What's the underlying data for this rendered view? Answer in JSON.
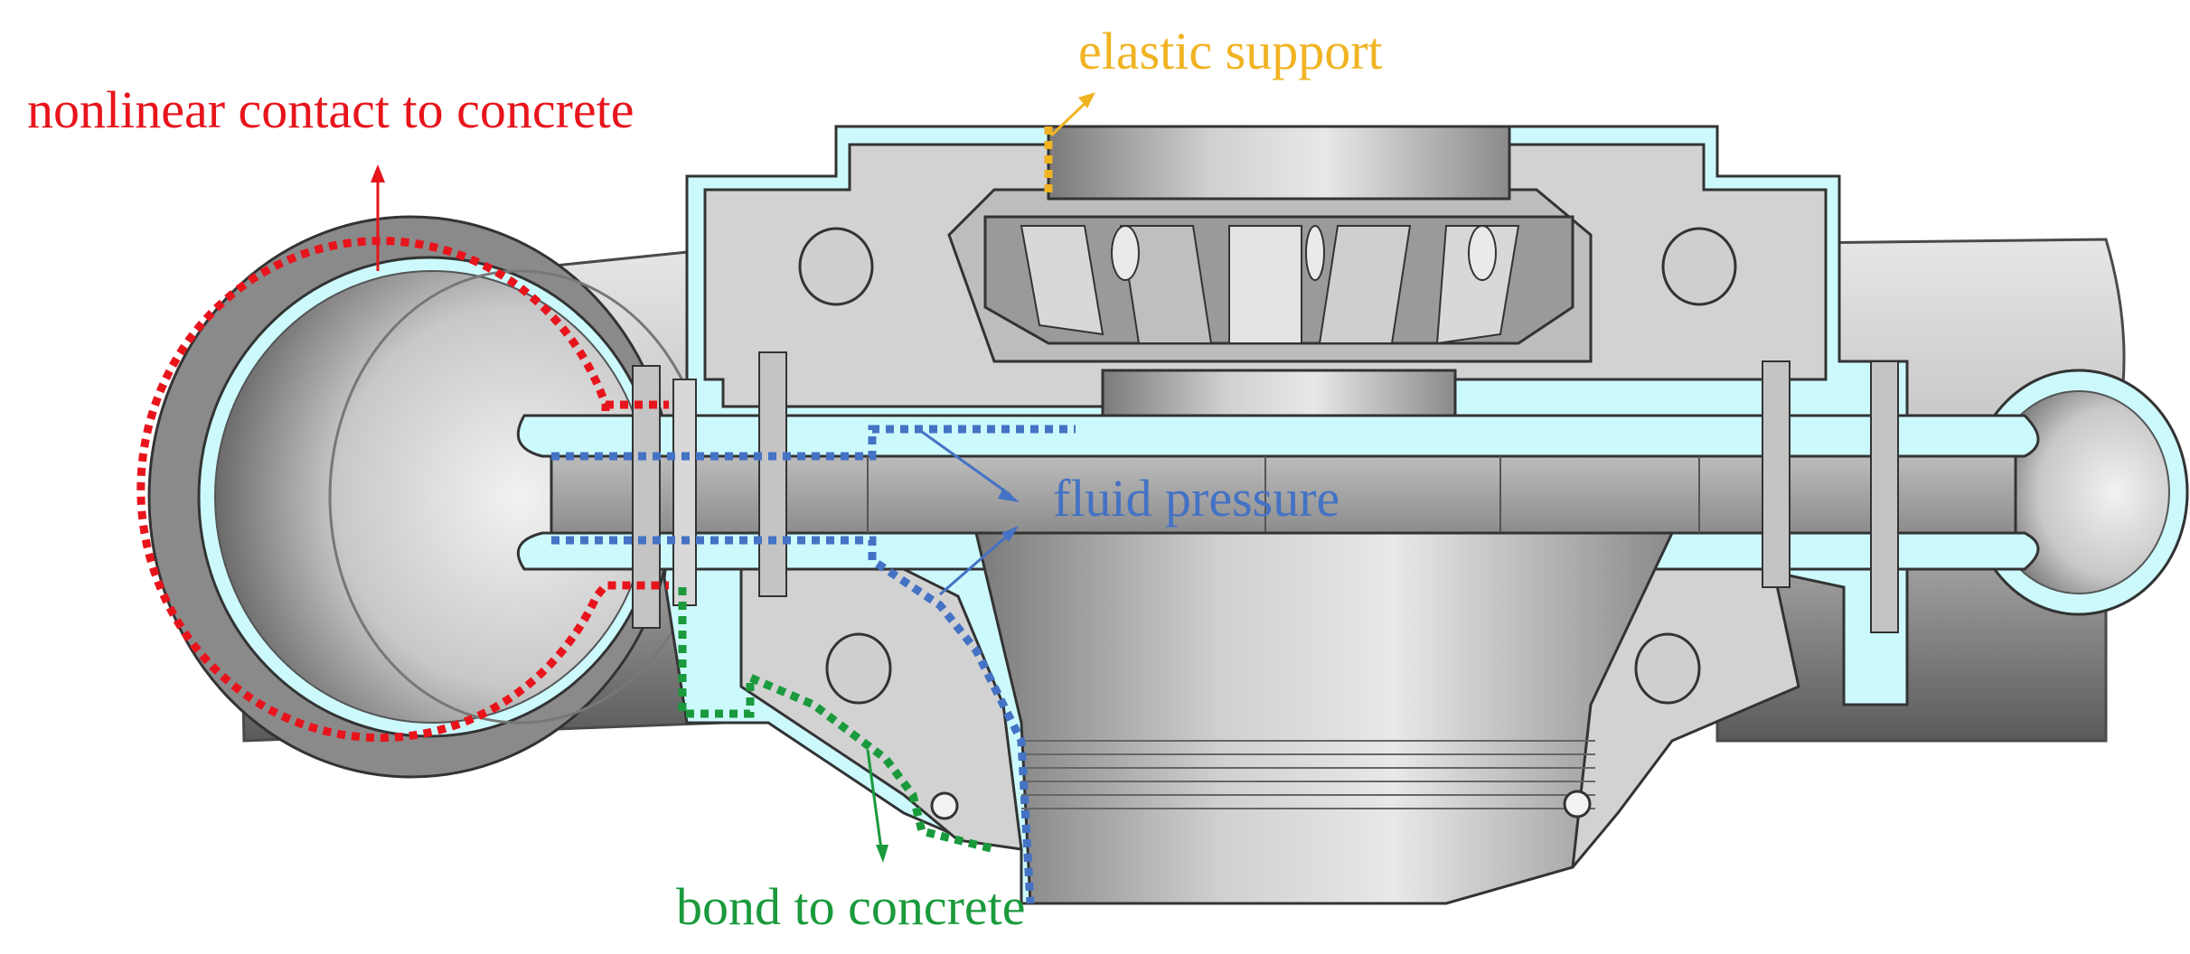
{
  "labels": {
    "nonlinear_contact": "nonlinear contact to concrete",
    "elastic_support": "elastic support",
    "fluid_pressure": "fluid pressure",
    "bond": "bond to concrete"
  },
  "colors": {
    "nonlinear_contact": "#e8141c",
    "elastic_support": "#f0b322",
    "fluid_pressure": "#4472c4",
    "bond": "#1a9a3c",
    "steel_light": "#d2d2d2",
    "steel_mid": "#a8a8a8",
    "steel_dark": "#6e6e6e",
    "concrete_liner": "#ccfafc"
  }
}
